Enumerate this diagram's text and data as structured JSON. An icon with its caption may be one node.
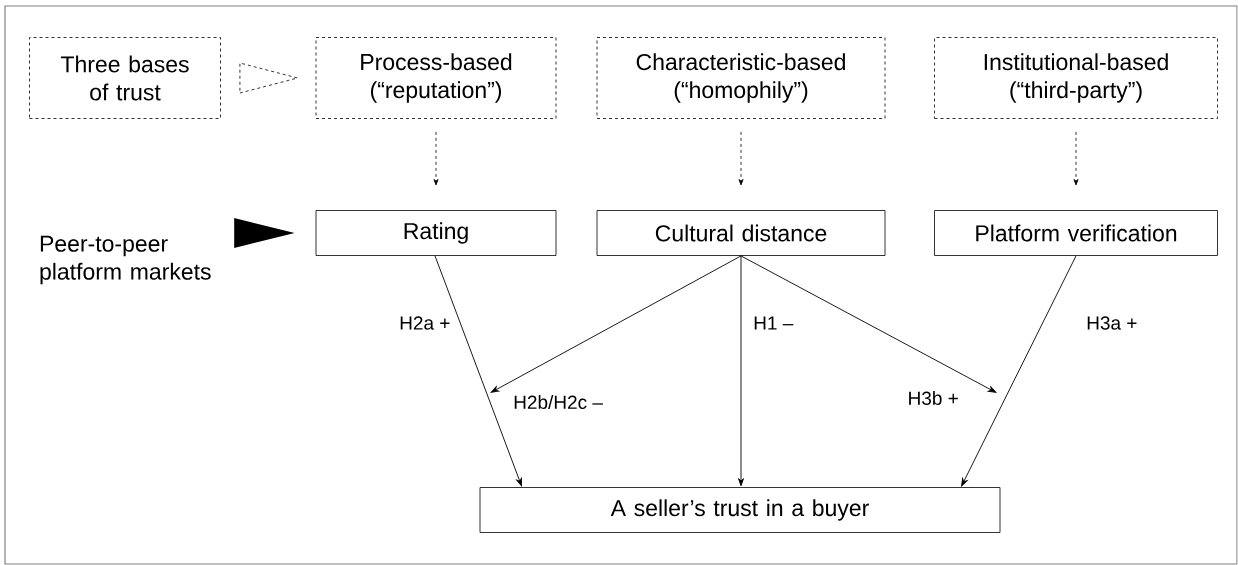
{
  "diagram": {
    "nodes": [
      {
        "text": [
          "Three bases of trust"
        ]
      },
      {
        "text": [
          "Process-based (“reputation”)"
        ]
      },
      {
        "text": [
          "Characteristic-based (“homophily”)"
        ]
      },
      {
        "text": [
          "Institutional-based (“third-party”)"
        ]
      },
      {
        "text": [
          "Peer-to-peer platform markets"
        ]
      },
      {
        "text": [
          "Rating"
        ]
      },
      {
        "text": [
          "Cultural distance"
        ]
      },
      {
        "text": [
          "Platform verification"
        ]
      },
      {
        "text": [
          "A seller’s trust in a buyer"
        ]
      }
    ],
    "edges": [
      {
        "from": 0,
        "to": 1,
        "arrow": "to",
        "style": "dashed"
      },
      {
        "from": 1,
        "to": 5,
        "arrow": "to",
        "style": "dashed"
      },
      {
        "from": 2,
        "to": 6,
        "arrow": "to",
        "style": "dashed"
      },
      {
        "from": 3,
        "to": 7,
        "arrow": "to",
        "style": "dashed"
      },
      {
        "from": 4,
        "to": 5,
        "arrow": "to",
        "style": "thick"
      },
      {
        "from": 5,
        "to": 8,
        "arrow": "to",
        "label": "H2a +"
      },
      {
        "from": 6,
        "to": 8,
        "arrow": "to",
        "label": "H1 –"
      },
      {
        "from": 7,
        "to": 8,
        "arrow": "to",
        "label": "H3a +"
      },
      {
        "from": 6,
        "to": null,
        "arrow": "to",
        "label": "H2b/H2c –"
      },
      {
        "from": 6,
        "to": null,
        "arrow": "to",
        "label": "H3b +"
      }
    ]
  }
}
